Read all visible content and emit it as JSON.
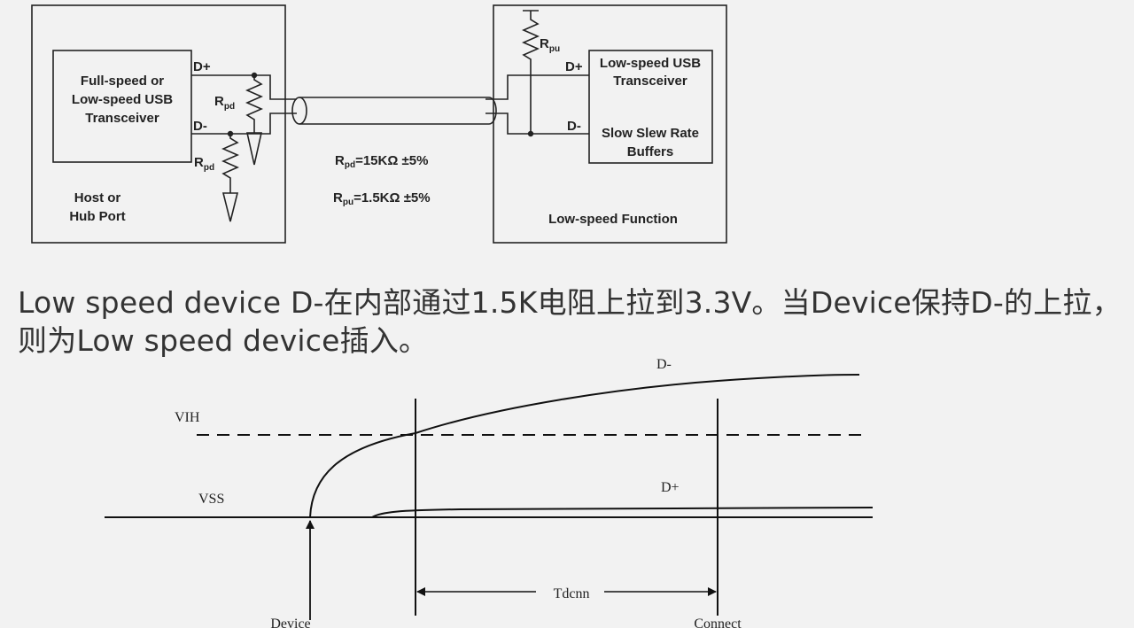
{
  "circuit": {
    "left_transceiver": [
      "Full-speed or",
      "Low-speed USB",
      "Transceiver"
    ],
    "dplus": "D+",
    "dminus": "D-",
    "r_symbol": "R",
    "pd_sub": "pd",
    "pu_sub": "pu",
    "host_port": [
      "Host or",
      "Hub Port"
    ],
    "rpd_value": "=15KΩ ±5%",
    "rpu_value": "=1.5KΩ ±5%",
    "right_transceiver": [
      "Low-speed USB",
      "Transceiver"
    ],
    "slew_buffers": [
      "Slow Slew Rate",
      "Buffers"
    ],
    "function_label": "Low-speed Function"
  },
  "description": "Low speed device D-在内部通过1.5K电阻上拉到3.3V。当Device保持D-的上拉，则为Low speed device插入。",
  "timing": {
    "d_minus_label": "D-",
    "d_plus_label": "D+",
    "vih_label": "VIH",
    "vss_label": "VSS",
    "tdcnn_label": "Tdcnn",
    "device_label": "Device",
    "connect_label": "Connect"
  }
}
